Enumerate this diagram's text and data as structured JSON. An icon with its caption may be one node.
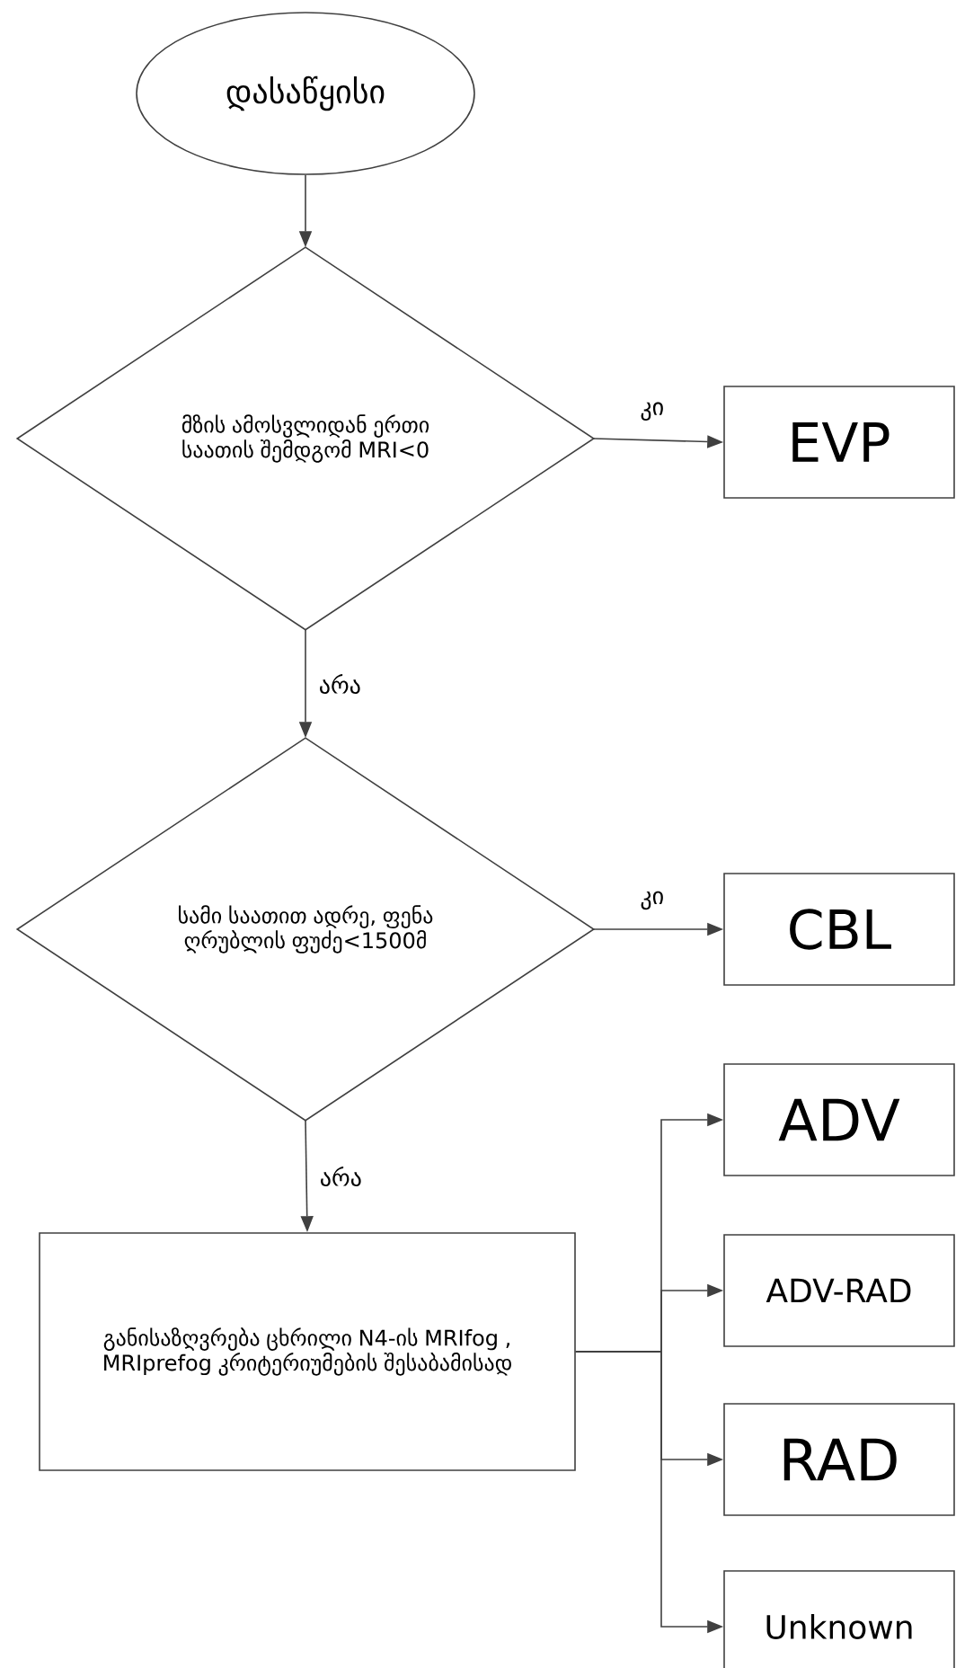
{
  "diagram": {
    "nodes": [
      {
        "text": [
          "დასაწყისი"
        ]
      },
      {
        "text": [
          "მზის ამოსვლიდან ერთი საათის შემდგომ MRI<0"
        ]
      },
      {
        "text": [
          "EVP"
        ]
      },
      {
        "text": [
          "სამი საათით ადრე, ფენა ღრუბლის ფუძე<1500მ"
        ]
      },
      {
        "text": [
          "CBL"
        ]
      },
      {
        "text": [
          "განისაზღვრება ცხრილი N4-ის MRIfog , MRIprefog კრიტერიუმების შესაბამისად"
        ]
      },
      {
        "text": [
          "ADV"
        ]
      },
      {
        "text": [
          "ADV-RAD"
        ]
      },
      {
        "text": [
          "RAD"
        ]
      },
      {
        "text": [
          "Unknown"
        ]
      }
    ],
    "edges": [
      {
        "from": 0,
        "to": 1,
        "arrow": "to"
      },
      {
        "from": 1,
        "to": 2,
        "arrow": "to",
        "label": "კი"
      },
      {
        "from": 1,
        "to": 3,
        "arrow": "to",
        "label": "არა"
      },
      {
        "from": 3,
        "to": 4,
        "arrow": "to",
        "label": "კი"
      },
      {
        "from": 3,
        "to": 5,
        "arrow": "to",
        "label": "არა"
      },
      {
        "from": 5,
        "to": 6,
        "arrow": "to"
      },
      {
        "from": 5,
        "to": 7,
        "arrow": "to"
      },
      {
        "from": 5,
        "to": 8,
        "arrow": "to"
      },
      {
        "from": 5,
        "to": 9,
        "arrow": "to"
      }
    ]
  }
}
